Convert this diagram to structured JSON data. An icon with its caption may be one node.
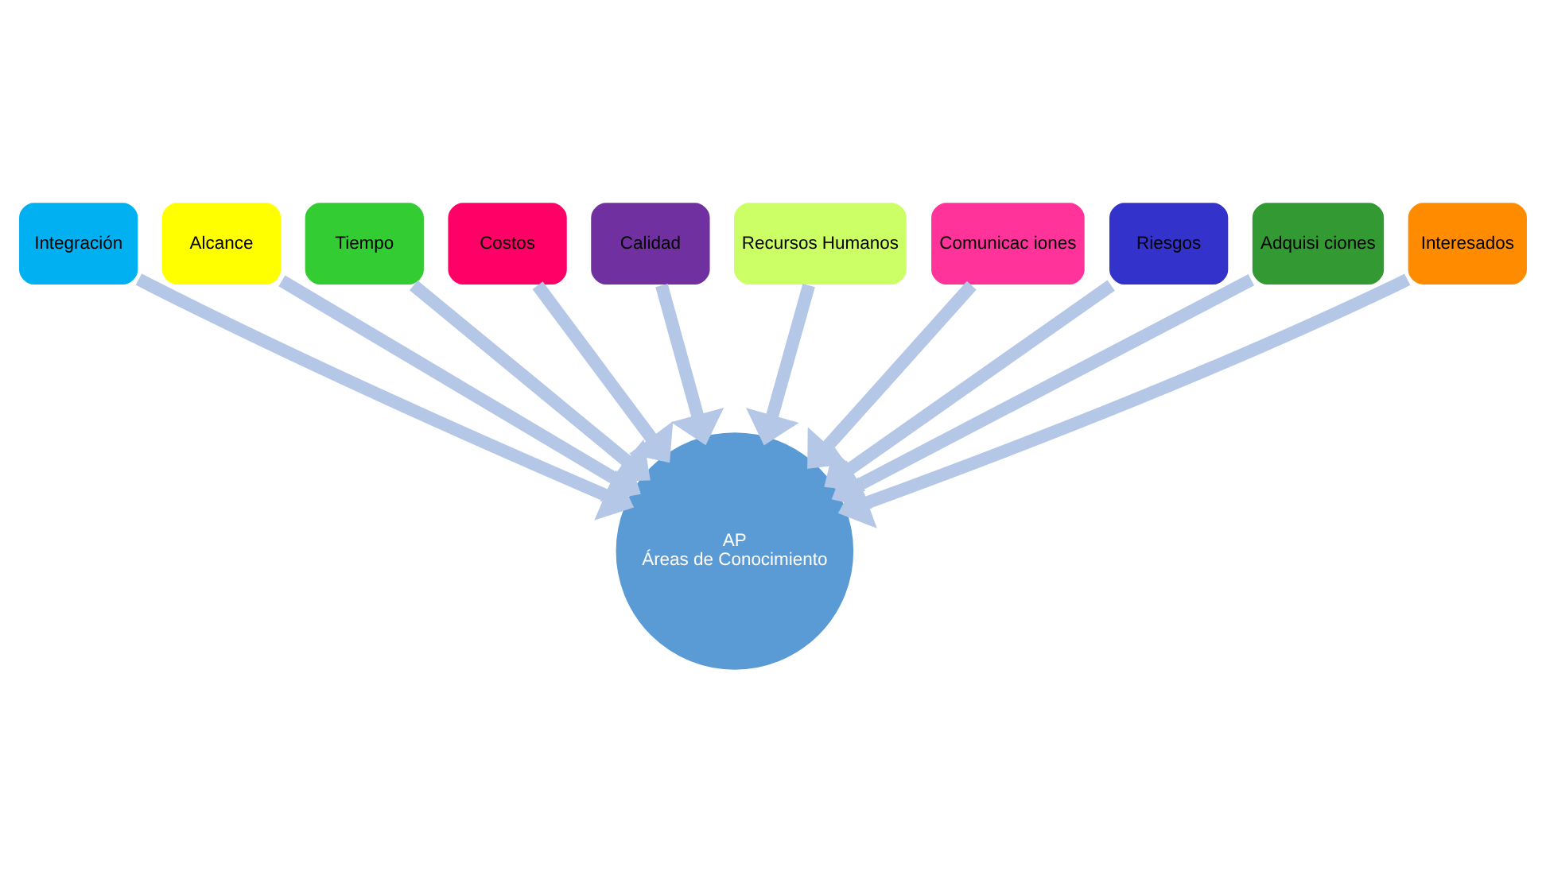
{
  "diagram": {
    "nodes": [
      {
        "text": [
          "Integración"
        ]
      },
      {
        "text": [
          "Alcance"
        ]
      },
      {
        "text": [
          "Tiempo"
        ]
      },
      {
        "text": [
          "Costos"
        ]
      },
      {
        "text": [
          "Calidad"
        ]
      },
      {
        "text": [
          "Recursos Humanos"
        ]
      },
      {
        "text": [
          "Comunicac iones"
        ]
      },
      {
        "text": [
          "Riesgos"
        ]
      },
      {
        "text": [
          "Adquisi ciones"
        ]
      },
      {
        "text": [
          "Interesados"
        ]
      },
      {
        "text": [
          "AP",
          "Áreas de Conocimiento"
        ]
      }
    ],
    "edges": [
      {
        "from": 0,
        "to": 10,
        "arrow": "to"
      },
      {
        "from": 1,
        "to": 10,
        "arrow": "to"
      },
      {
        "from": 2,
        "to": 10,
        "arrow": "to"
      },
      {
        "from": 3,
        "to": 10,
        "arrow": "to"
      },
      {
        "from": 4,
        "to": 10,
        "arrow": "to"
      },
      {
        "from": 5,
        "to": 10,
        "arrow": "to"
      },
      {
        "from": 6,
        "to": 10,
        "arrow": "to"
      },
      {
        "from": 7,
        "to": 10,
        "arrow": "to"
      },
      {
        "from": 8,
        "to": 10,
        "arrow": "to"
      },
      {
        "from": 9,
        "to": 10,
        "arrow": "to"
      }
    ]
  }
}
